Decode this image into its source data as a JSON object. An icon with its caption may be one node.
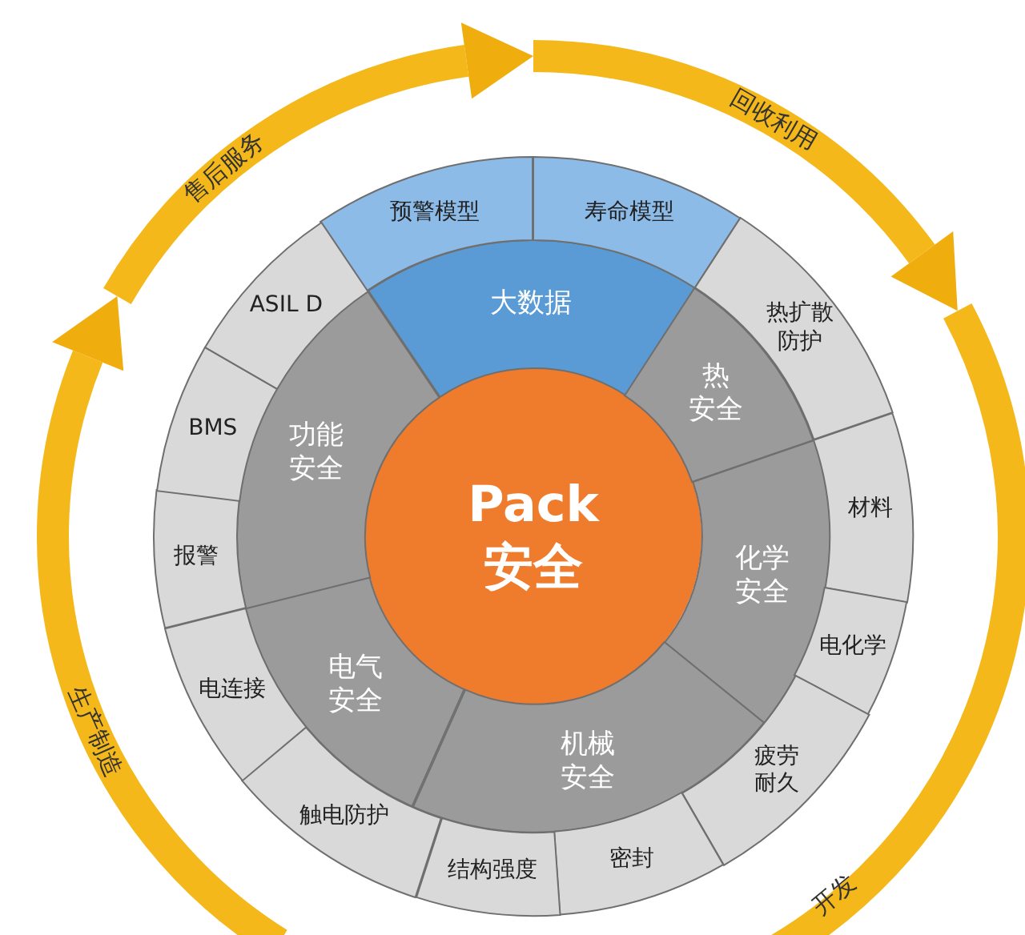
{
  "diagram": {
    "nodes": [
      {
        "text": [
          "Pack 安全"
        ]
      },
      {
        "text": [
          "大数据"
        ]
      },
      {
        "text": [
          "热安全"
        ]
      },
      {
        "text": [
          "化学安全"
        ]
      },
      {
        "text": [
          "机械安全"
        ]
      },
      {
        "text": [
          "电气安全"
        ]
      },
      {
        "text": [
          "功能安全"
        ]
      },
      {
        "text": [
          "预警模型"
        ]
      },
      {
        "text": [
          "寿命模型"
        ]
      },
      {
        "text": [
          "热扩散防护"
        ]
      },
      {
        "text": [
          "材料"
        ]
      },
      {
        "text": [
          "电化学"
        ]
      },
      {
        "text": [
          "疲劳耐久"
        ]
      },
      {
        "text": [
          "密封"
        ]
      },
      {
        "text": [
          "结构强度"
        ]
      },
      {
        "text": [
          "触电防护"
        ]
      },
      {
        "text": [
          "电连接"
        ]
      },
      {
        "text": [
          "报警"
        ]
      },
      {
        "text": [
          "BMS"
        ]
      },
      {
        "text": [
          "ASIL D"
        ]
      }
    ],
    "labels": [
      "售后服务",
      "回收利用",
      "开发",
      "生产制造"
    ]
  }
}
